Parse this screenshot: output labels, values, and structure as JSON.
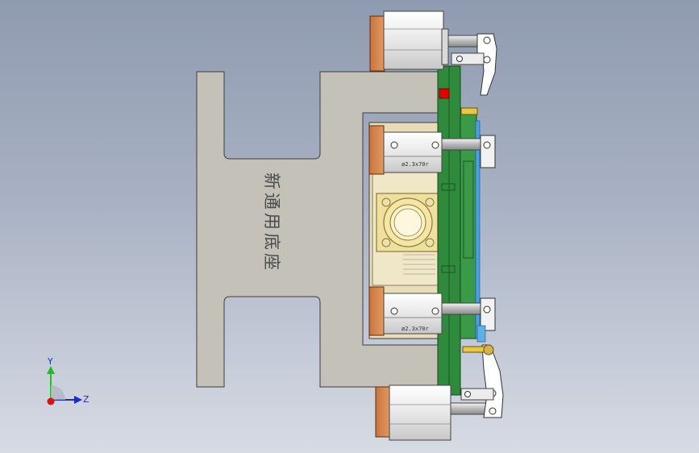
{
  "viewport": {
    "background_top": "#8f9bb0",
    "background_bottom": "#d7dbe4"
  },
  "base_plate": {
    "engraved_text": "新通用底座",
    "color": "#c3c1b8"
  },
  "cylinder_marking": "ø2.3x70r",
  "triad": {
    "y_label": "Y",
    "z_label": "Z"
  },
  "colors": {
    "green_plate": "#2e8b3c",
    "orange_pad": "#d98a55",
    "cylinder_body": "#e6e6e6",
    "fixture_yellow": "#f0e0a8",
    "red_marker": "#e00000",
    "blue_edge": "#4aa0e0"
  }
}
